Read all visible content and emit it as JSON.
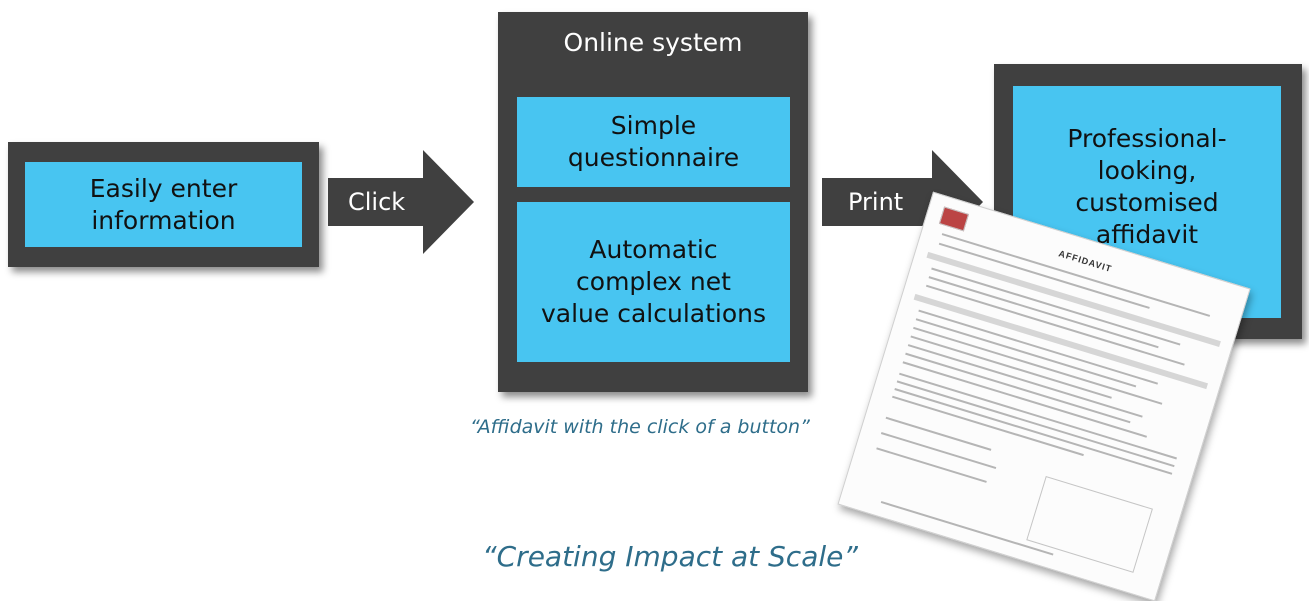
{
  "input_box": {
    "text_line1": "Easily enter",
    "text_line2": "information"
  },
  "arrow_click": {
    "label": "Click"
  },
  "online_system": {
    "title": "Online system",
    "questionnaire_line1": "Simple",
    "questionnaire_line2": "questionnaire",
    "calc_line1": "Automatic",
    "calc_line2": "complex net",
    "calc_line3": "value calculations"
  },
  "arrow_print": {
    "label": "Print"
  },
  "output_box": {
    "text_line1": "Professional-",
    "text_line2": "looking,",
    "text_line3": "customised",
    "text_line4": "affidavit"
  },
  "document_image": {
    "title": "AFFIDAVIT"
  },
  "quote_button": "“Affidavit with the click of a button”",
  "quote_scale": "“Creating Impact at Scale”",
  "colors": {
    "dark_box": "#404040",
    "blue_box": "#48c5f1",
    "quote_text": "#2e6d8a"
  }
}
